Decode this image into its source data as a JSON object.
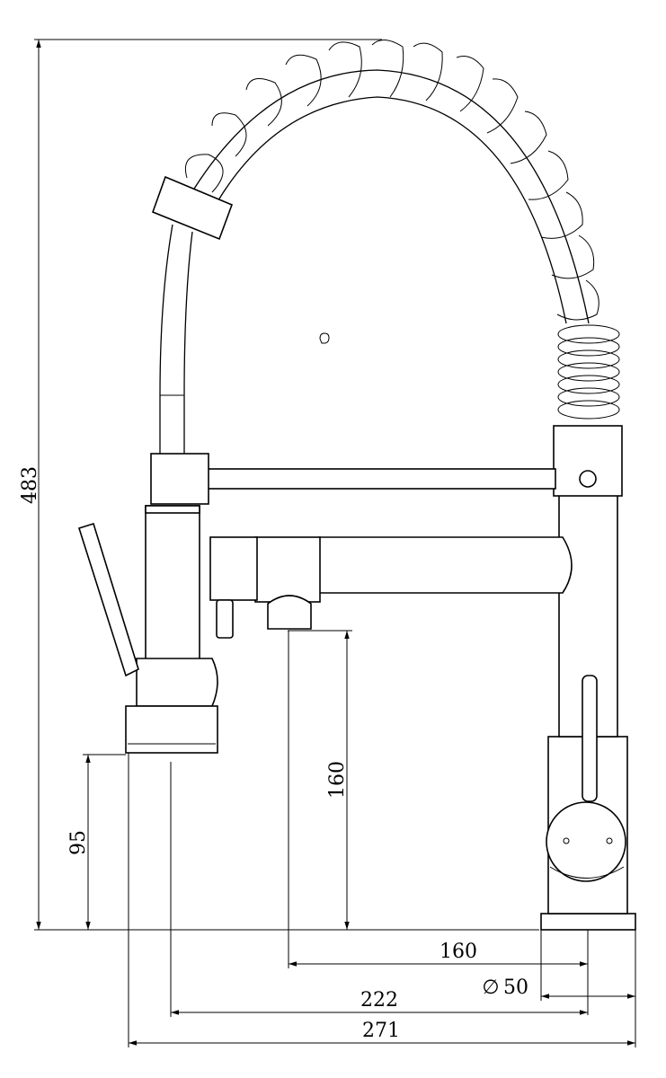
{
  "dimensions": {
    "total_height": "483",
    "spray_height": "95",
    "spout_clearance": "160",
    "spout_reach": "160",
    "base_diameter_symbol": "∅",
    "base_diameter": "50",
    "spray_reach": "222",
    "total_reach": "271"
  }
}
